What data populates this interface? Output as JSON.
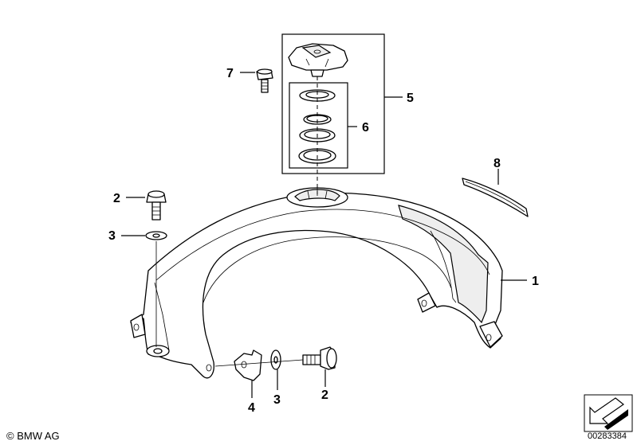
{
  "callouts": {
    "c1": "1",
    "c2a": "2",
    "c2b": "2",
    "c3a": "3",
    "c3b": "3",
    "c4": "4",
    "c5": "5",
    "c6": "6",
    "c7": "7",
    "c8": "8"
  },
  "footer": {
    "copyright": "© BMW AG",
    "doc_id": "00283384"
  },
  "colors": {
    "line": "#000000",
    "background": "#ffffff",
    "shade": "#eeeeee"
  },
  "icons": {
    "corner": "arrow-corner-icon"
  }
}
